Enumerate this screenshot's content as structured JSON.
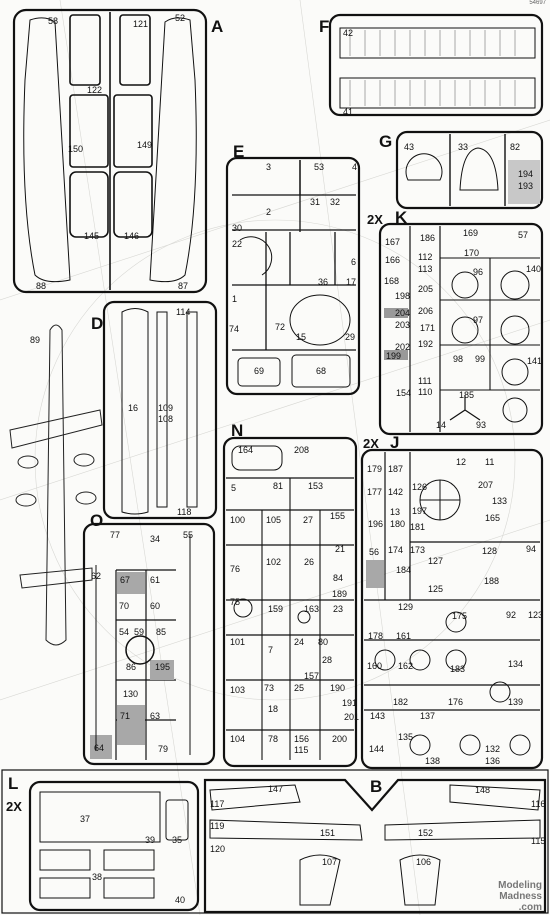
{
  "header": {
    "catalog_number": "54697"
  },
  "sprues": [
    {
      "letter": "A",
      "parts": [
        "58",
        "121",
        "52",
        "122",
        "150",
        "149",
        "145",
        "146",
        "88",
        "87"
      ]
    },
    {
      "letter": "F",
      "parts": [
        "42",
        "41"
      ]
    },
    {
      "letter": "G",
      "parts": [
        "43",
        "33",
        "82",
        "194",
        "193"
      ]
    },
    {
      "letter": "E",
      "parts": [
        "3",
        "53",
        "4",
        "2",
        "31",
        "32",
        "30",
        "22",
        "36",
        "6",
        "17",
        "1",
        "74",
        "72",
        "15",
        "29",
        "69",
        "68"
      ]
    },
    {
      "letter": "K",
      "count": "2X",
      "parts": [
        "167",
        "186",
        "169",
        "57",
        "166",
        "112",
        "113",
        "170",
        "168",
        "205",
        "96",
        "140",
        "198",
        "206",
        "204",
        "203",
        "171",
        "97",
        "202",
        "192",
        "199",
        "98",
        "99",
        "141",
        "111",
        "110",
        "154",
        "185",
        "14",
        "93"
      ]
    },
    {
      "letter": "D",
      "parts": [
        "89",
        "114",
        "16",
        "109",
        "108",
        "118"
      ]
    },
    {
      "letter": "N",
      "parts": [
        "164",
        "208",
        "5",
        "81",
        "153",
        "100",
        "105",
        "27",
        "155",
        "21",
        "76",
        "102",
        "26",
        "84",
        "189",
        "75",
        "159",
        "163",
        "23",
        "101",
        "7",
        "24",
        "80",
        "28",
        "157",
        "103",
        "73",
        "25",
        "190",
        "191",
        "201",
        "18",
        "104",
        "78",
        "156",
        "115",
        "200"
      ]
    },
    {
      "letter": "J",
      "count": "2X",
      "parts": [
        "179",
        "187",
        "12",
        "11",
        "177",
        "142",
        "126",
        "207",
        "196",
        "13",
        "180",
        "197",
        "133",
        "165",
        "181",
        "56",
        "94",
        "174",
        "173",
        "127",
        "128",
        "184",
        "125",
        "129",
        "188",
        "178",
        "161",
        "175",
        "92",
        "123",
        "160",
        "162",
        "183",
        "134",
        "182",
        "176",
        "139",
        "143",
        "137",
        "135",
        "144",
        "132",
        "138",
        "136"
      ]
    },
    {
      "letter": "O",
      "parts": [
        "77",
        "34",
        "55",
        "62",
        "67",
        "61",
        "70",
        "60",
        "54",
        "59",
        "85",
        "86",
        "195",
        "130",
        "71",
        "63",
        "64",
        "79"
      ]
    },
    {
      "letter": "L",
      "count": "2X",
      "parts": [
        "37",
        "39",
        "35",
        "38",
        "40"
      ]
    },
    {
      "letter": "B",
      "parts": [
        "147",
        "148",
        "117",
        "116",
        "119",
        "151",
        "152",
        "115",
        "120",
        "107",
        "106"
      ]
    }
  ],
  "watermark": {
    "line1": "Modeling",
    "line2": "Madness",
    ".com": ".com"
  }
}
